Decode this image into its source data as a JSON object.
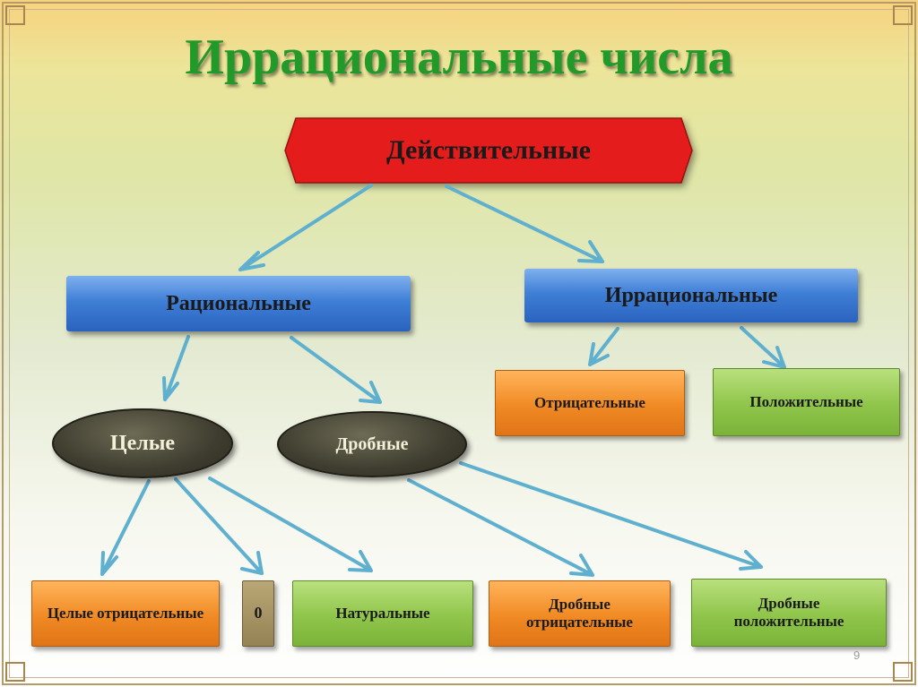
{
  "title": "Иррациональные числа",
  "nodes": {
    "real": "Действительные",
    "rational": "Рациональные",
    "irrational": "Иррациональные",
    "irrational_negative": "Отрицательные",
    "irrational_positive": "Положительные",
    "integers": "Целые",
    "fractions": "Дробные",
    "negative_integers": "Целые отрицательные",
    "zero": "0",
    "natural": "Натуральные",
    "negative_fractions": "Дробные отрицательные",
    "positive_fractions": "Дробные положительные"
  },
  "page_number": "9",
  "colors": {
    "title": "#219a2a",
    "top_node": "#e41c1c",
    "level1": "#3f7fd6",
    "orange": "#f08a24",
    "green": "#8fc54a",
    "oval": "#3f3d2f",
    "arrow": "#5fb0cf"
  }
}
